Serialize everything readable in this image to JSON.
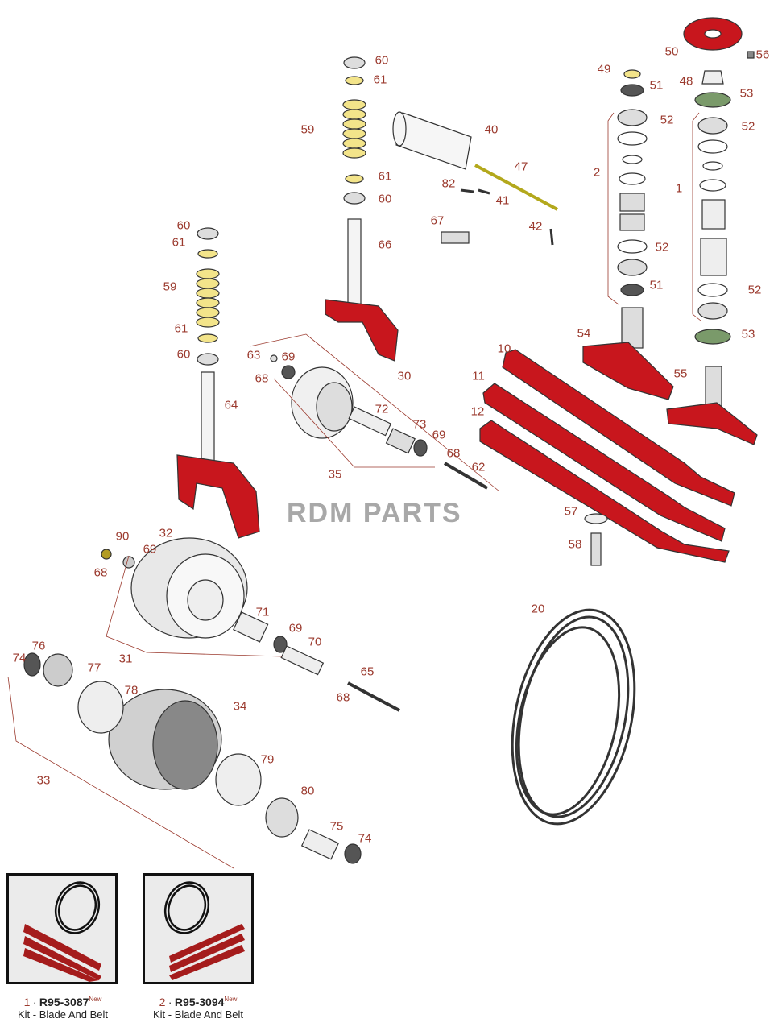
{
  "watermark": "RDM PARTS",
  "callouts": [
    "60",
    "61",
    "59",
    "61",
    "60",
    "40",
    "47",
    "82",
    "41",
    "67",
    "42",
    "66",
    "60",
    "61",
    "59",
    "61",
    "60",
    "64",
    "63",
    "69",
    "68",
    "30",
    "72",
    "73",
    "69",
    "68",
    "35",
    "62",
    "49",
    "51",
    "52",
    "2",
    "52",
    "51",
    "54",
    "50",
    "56",
    "48",
    "53",
    "52",
    "1",
    "52",
    "53",
    "10",
    "11",
    "12",
    "55",
    "57",
    "58",
    "90",
    "32",
    "69",
    "68",
    "71",
    "69",
    "70",
    "31",
    "65",
    "68",
    "76",
    "77",
    "74",
    "78",
    "34",
    "33",
    "79",
    "80",
    "75",
    "74",
    "20"
  ],
  "kits": [
    {
      "index": "1",
      "part_number": "R95-3087",
      "badge": "New",
      "description": "Kit - Blade And Belt"
    },
    {
      "index": "2",
      "part_number": "R95-3094",
      "badge": "New",
      "description": "Kit - Blade And Belt"
    }
  ],
  "colors": {
    "red": "#c8161d",
    "label": "#9b3a2e",
    "yellow": "#f3e48a"
  }
}
